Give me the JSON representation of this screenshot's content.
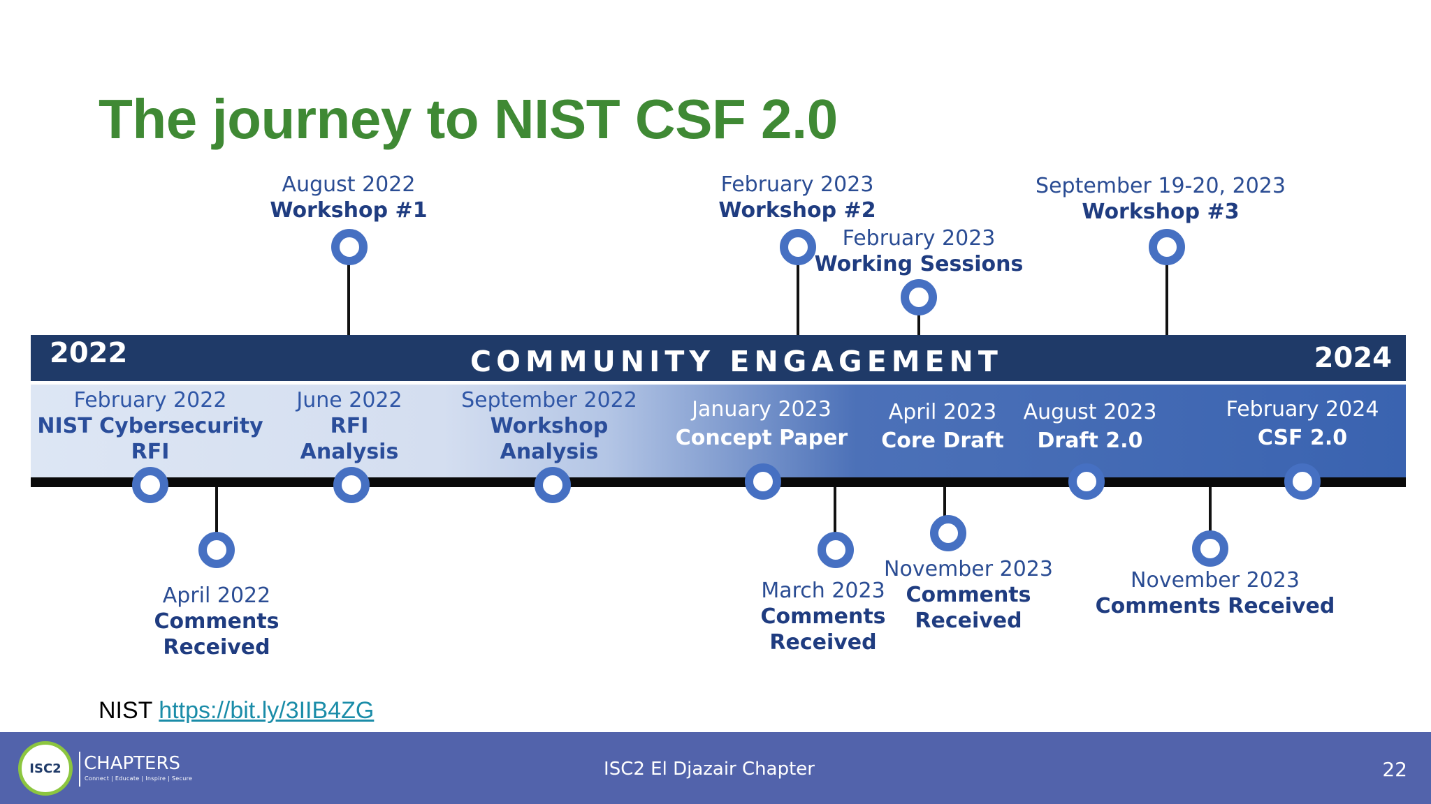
{
  "slide": {
    "title": "The journey to NIST CSF 2.0"
  },
  "timeline": {
    "start_year": "2022",
    "end_year": "2024",
    "band_label": "COMMUNITY ENGAGEMENT",
    "milestones_above": [
      {
        "date": "August 2022",
        "name": "Workshop #1"
      },
      {
        "date": "February 2023",
        "name": "Workshop #2"
      },
      {
        "date": "February 2023",
        "name": "Working Sessions"
      },
      {
        "date": "September 19-20, 2023",
        "name": "Workshop #3"
      }
    ],
    "milestones_in_band": [
      {
        "date": "February 2022",
        "name": "NIST Cybersecurity",
        "name2": "RFI"
      },
      {
        "date": "June 2022",
        "name": "RFI",
        "name2": "Analysis"
      },
      {
        "date": "September 2022",
        "name": "Workshop",
        "name2": "Analysis"
      },
      {
        "date": "January 2023",
        "name": "Concept Paper"
      },
      {
        "date": "April 2023",
        "name": "Core Draft"
      },
      {
        "date": "August 2023",
        "name": "Draft 2.0"
      },
      {
        "date": "February 2024",
        "name": "CSF 2.0"
      }
    ],
    "milestones_below": [
      {
        "date": "April 2022",
        "name": "Comments",
        "name2": "Received"
      },
      {
        "date": "March 2023",
        "name": "Comments",
        "name2": "Received"
      },
      {
        "date": "November 2023",
        "name": "Comments",
        "name2": "Received"
      },
      {
        "date": "November 2023",
        "name": "Comments Received"
      }
    ]
  },
  "reference": {
    "prefix": "NIST",
    "link_text": "https://bit.ly/3IIB4ZG"
  },
  "footer": {
    "logo_text": "ISC2",
    "brand_label": "CHAPTERS",
    "tagline": "Connect | Educate | Inspire | Secure",
    "chapter_name": "ISC2 El Djazair Chapter",
    "page_number": "22"
  },
  "colors": {
    "title_green": "#3f8934",
    "band_navy": "#1f3a68",
    "band_blue": "#3a63b0",
    "marker_blue": "#4670c2",
    "footer_bg": "#5263ab",
    "logo_ring_green": "#8cc63f"
  }
}
